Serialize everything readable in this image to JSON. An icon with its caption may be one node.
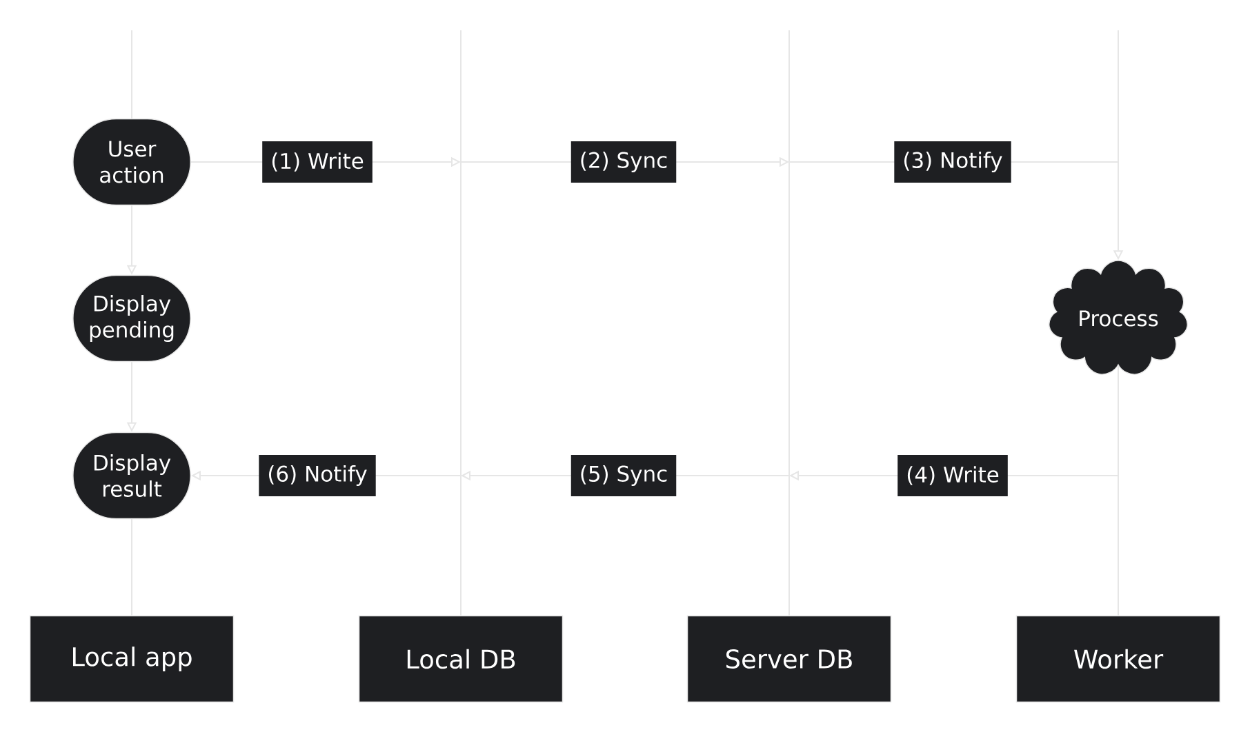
{
  "diagram": {
    "nodes": [
      {
        "text": [
          "User action"
        ]
      },
      {
        "text": [
          "Display pending"
        ]
      },
      {
        "text": [
          "Display result"
        ]
      },
      {
        "text": [
          "Process"
        ]
      },
      {
        "text": [
          "Local app"
        ]
      },
      {
        "text": [
          "Local DB"
        ]
      },
      {
        "text": [
          "Server DB"
        ]
      },
      {
        "text": [
          "Worker"
        ]
      }
    ],
    "edges": [
      {
        "from": 0,
        "to": 5,
        "arrow": "to",
        "label": "(1) Write"
      },
      {
        "from": 5,
        "to": 6,
        "arrow": "to",
        "label": "(2) Sync"
      },
      {
        "from": 6,
        "to": 3,
        "arrow": "to",
        "label": "(3) Notify"
      },
      {
        "from": 3,
        "to": 6,
        "arrow": "to",
        "label": "(4) Write"
      },
      {
        "from": 6,
        "to": 5,
        "arrow": "to",
        "label": "(5) Sync"
      },
      {
        "from": 5,
        "to": 2,
        "arrow": "to",
        "label": "(6) Notify"
      },
      {
        "from": 0,
        "to": 1,
        "arrow": "to"
      },
      {
        "from": 1,
        "to": 2,
        "arrow": "to"
      }
    ]
  }
}
